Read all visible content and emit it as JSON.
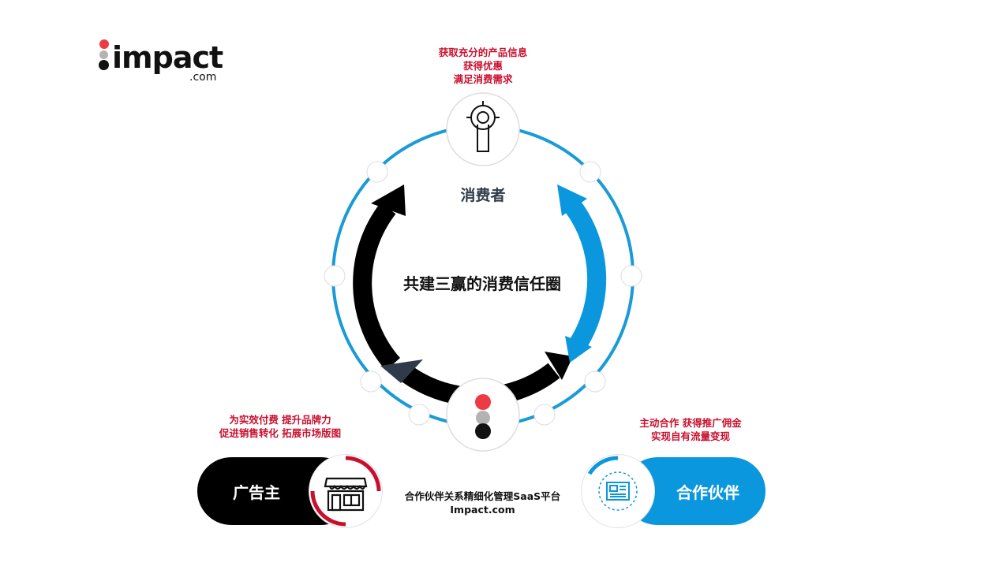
{
  "logo": {
    "word": "impact",
    "domain": ".com",
    "colors": {
      "red": "#ee3a43",
      "grey": "#b3b3b3",
      "black": "#111111"
    }
  },
  "center_title": "共建三赢的消费信任圈",
  "consumer": {
    "label": "消费者",
    "benefits": [
      "获取充分的产品信息",
      "获得优惠",
      "满足消费需求"
    ],
    "icon": "target-person-icon"
  },
  "advertiser": {
    "label": "广告主",
    "benefits": [
      "为实效付费 提升品牌力",
      "促进销售转化 拓展市场版图"
    ],
    "icon": "storefront-icon"
  },
  "partner": {
    "label": "合作伙伴",
    "benefits": [
      "主动合作 获得推广佣金",
      "实现自有流量变现"
    ],
    "icon": "newspaper-icon"
  },
  "platform": {
    "line1": "合作伙伴关系精细化管理SaaS平台",
    "line2": "Impact.com"
  },
  "colors": {
    "accent_blue": "#0b97de",
    "ring_blue": "#1a9ad6",
    "text_red": "#c8102e",
    "dark": "#000000",
    "navy": "#2f3b4a"
  }
}
